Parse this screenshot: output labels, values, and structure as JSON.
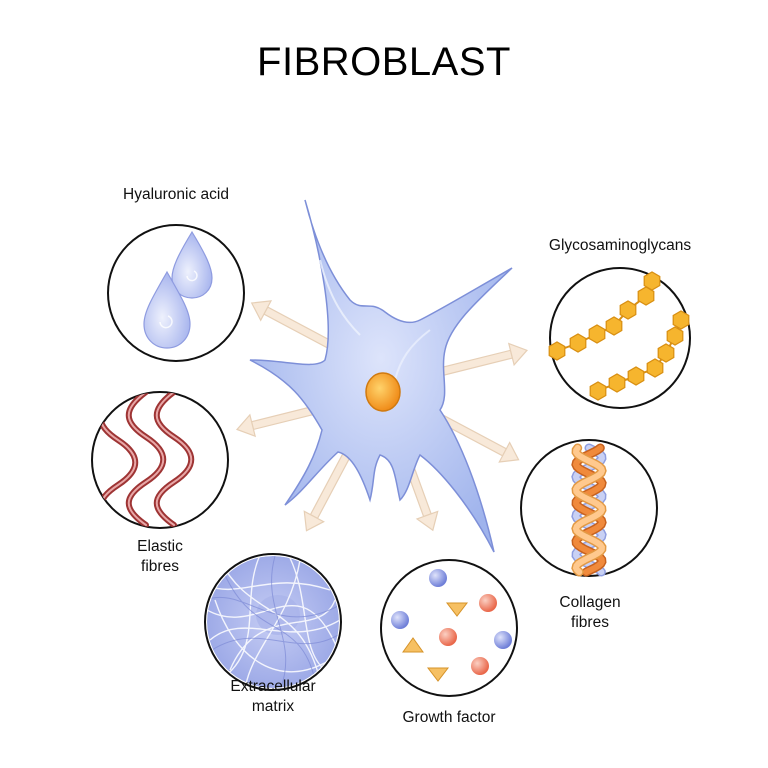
{
  "title": "FIBROBLAST",
  "labels": {
    "hyaluronic_acid": "Hyaluronic acid",
    "glycosaminoglycans": "Glycosaminoglycans",
    "elastic_fibres": "Elastic\nfibres",
    "collagen_fibres": "Collagen\nfibres",
    "extracellular_matrix": "Extracellular\nmatrix",
    "growth_factor": "Growth factor"
  },
  "colors": {
    "cell": "#b9c8f3",
    "nucleus": "#f5a623",
    "arrow": "#f6e4d1",
    "elastic": "#b84a4a",
    "gag": "#f2b22b",
    "collagen_orange": "#f08a3c",
    "collagen_lilac": "#c7cff2",
    "sphere_blue": "#7f8ee0",
    "sphere_red": "#f08068",
    "triangle": "#f4b457"
  },
  "icons": [
    "cell-icon",
    "droplet-icon",
    "elastic-fibre-icon",
    "matrix-mesh-icon",
    "growth-factor-icon",
    "hexagon-chain-icon",
    "helix-icon"
  ]
}
